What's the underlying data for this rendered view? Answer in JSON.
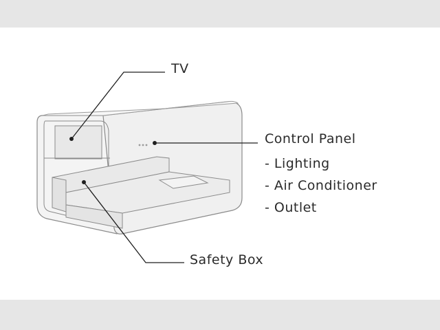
{
  "labels": {
    "tv": "TV",
    "control_panel": "Control Panel",
    "safety_box": "Safety Box"
  },
  "control_panel_features": [
    "- Lighting",
    "- Air Conditioner",
    "- Outlet"
  ],
  "colors": {
    "page_band": "#e6e6e6",
    "background": "#ffffff",
    "cabin_fill": "#f1f1f1",
    "outline": "#8a8a8a",
    "leader_line": "#1f1f1f",
    "text": "#2a2a2a"
  }
}
